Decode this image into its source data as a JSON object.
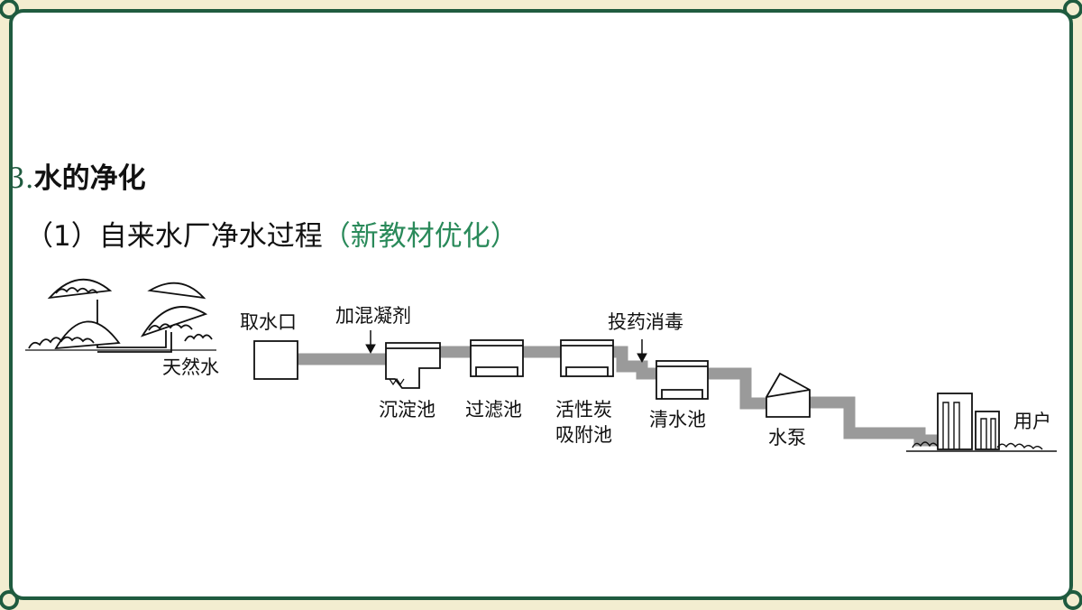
{
  "heading": {
    "number": "3.",
    "title": "水的净化"
  },
  "subheading": {
    "prefix": "（1）",
    "text": "自来水厂净水过程",
    "note": "（新教材优化）"
  },
  "diagram": {
    "labels": {
      "natural_water": "天然水",
      "intake": "取水口",
      "add_coagulant": "加混凝剂",
      "sedimentation": "沉淀池",
      "filtration": "过滤池",
      "activated_carbon_1": "活性炭",
      "activated_carbon_2": "吸附池",
      "disinfect": "投药消毒",
      "clear_water": "清水池",
      "pump": "水泵",
      "users": "用户"
    }
  },
  "colors": {
    "frame": "#1f5b3f",
    "accent": "#2a8a5a",
    "pipe": "#9a9a9a"
  }
}
